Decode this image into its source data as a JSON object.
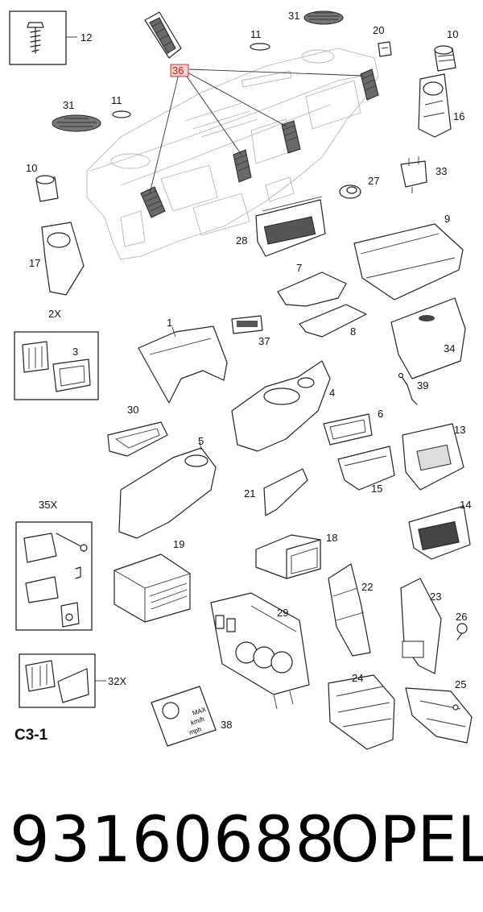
{
  "section_code": "C3-1",
  "part_number": "93160688",
  "brand": "OPEL",
  "highlighted_callout": "36",
  "callouts": {
    "c1": "1",
    "c2": "2X",
    "c3": "3",
    "c4": "4",
    "c5": "5",
    "c6": "6",
    "c7": "7",
    "c8": "8",
    "c9": "9",
    "c10a": "10",
    "c10b": "10",
    "c11a": "11",
    "c11b": "11",
    "c12": "12",
    "c13": "13",
    "c14": "14",
    "c15": "15",
    "c16": "16",
    "c17": "17",
    "c18": "18",
    "c19": "19",
    "c20": "20",
    "c21": "21",
    "c22": "22",
    "c23": "23",
    "c24": "24",
    "c25": "25",
    "c26": "26",
    "c27": "27",
    "c28": "28",
    "c29": "29",
    "c30": "30",
    "c31a": "31",
    "c31b": "31",
    "c32": "32X",
    "c33": "33",
    "c34": "34",
    "c35": "35X",
    "c36": "36",
    "c37": "37",
    "c38": "38",
    "c39": "39"
  },
  "label_38": {
    "line1": "MAX",
    "line2": "km/h",
    "line3": "mph"
  },
  "colors": {
    "highlight": "#d03030",
    "ink": "#222222",
    "ghost": "#b5b5b5"
  }
}
